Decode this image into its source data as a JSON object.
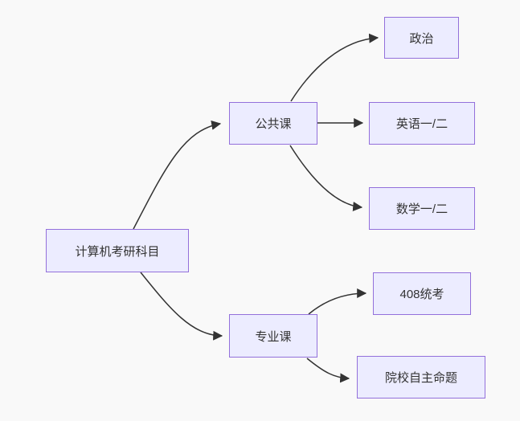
{
  "diagram": {
    "type": "flowchart",
    "direction": "left-to-right",
    "colors": {
      "background": "#f9f9f9",
      "node_fill": "#ECECFF",
      "node_border": "#9370DB",
      "edge": "#333333",
      "text": "#333333"
    },
    "nodes": [
      {
        "id": "root",
        "label": "计算机考研科目"
      },
      {
        "id": "public",
        "label": "公共课"
      },
      {
        "id": "politics",
        "label": "政治"
      },
      {
        "id": "english",
        "label": "英语一/二"
      },
      {
        "id": "math",
        "label": "数学一/二"
      },
      {
        "id": "major",
        "label": "专业课"
      },
      {
        "id": "exam408",
        "label": "408统考"
      },
      {
        "id": "school",
        "label": "院校自主命题"
      }
    ],
    "edges": [
      {
        "from": "计算机考研科目",
        "to": "公共课"
      },
      {
        "from": "计算机考研科目",
        "to": "专业课"
      },
      {
        "from": "公共课",
        "to": "政治"
      },
      {
        "from": "公共课",
        "to": "英语一/二"
      },
      {
        "from": "公共课",
        "to": "数学一/二"
      },
      {
        "from": "专业课",
        "to": "408统考"
      },
      {
        "from": "专业课",
        "to": "院校自主命题"
      }
    ]
  }
}
